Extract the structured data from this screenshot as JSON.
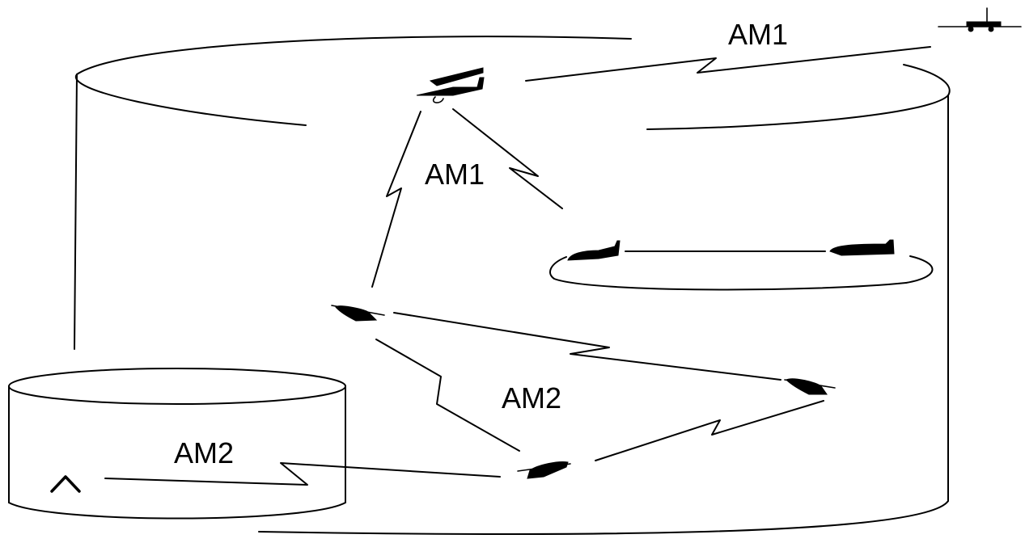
{
  "labels": {
    "link_top": "AM1",
    "link_mid": "AM1",
    "link_right": "AM2",
    "link_bottom_left": "AM2"
  },
  "icons": {
    "ground_station": "caret-up-icon",
    "aircraft": "airplane-silhouette-icon",
    "helicopter": "helicopter-silhouette-icon"
  },
  "colors": {
    "ink": "#000000",
    "background": "#ffffff"
  }
}
